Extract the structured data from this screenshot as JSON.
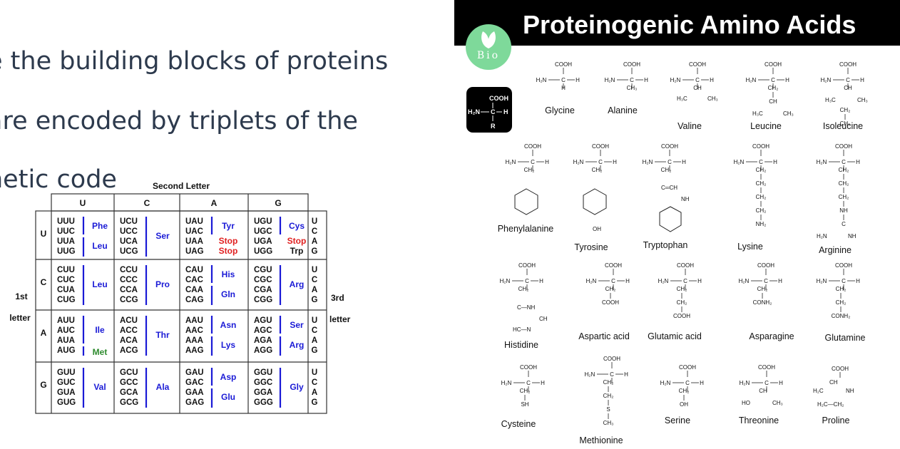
{
  "slide": {
    "line1": "e the building blocks of proteins",
    "line2": " are encoded by triplets of the",
    "line3": "netic code"
  },
  "codon_table": {
    "title": "Second Letter",
    "col_headers": [
      "U",
      "C",
      "A",
      "G"
    ],
    "row_headers": [
      "U",
      "C",
      "A",
      "G"
    ],
    "third_letter": [
      "U",
      "C",
      "A",
      "G"
    ],
    "first_label_1": "1st",
    "first_label_2": "letter",
    "third_label_1": "3rd",
    "third_label_2": "letter",
    "blocks": [
      [
        {
          "codons": [
            "UUU",
            "UUC",
            "UUA",
            "UUG"
          ],
          "aa": [
            {
              "name": "Phe",
              "pos": 0.5
            },
            {
              "name": "Leu",
              "pos": 2.5
            }
          ]
        },
        {
          "codons": [
            "UCU",
            "UCC",
            "UCA",
            "UCG"
          ],
          "aa": [
            {
              "name": "Ser",
              "pos": 1.5
            }
          ]
        },
        {
          "codons": [
            "UAU",
            "UAC",
            "UAA",
            "UAG"
          ],
          "aa": [
            {
              "name": "Tyr",
              "pos": 0.5
            },
            {
              "name": "Stop",
              "pos": 2,
              "color": "red"
            },
            {
              "name": "Stop",
              "pos": 3,
              "color": "red"
            }
          ]
        },
        {
          "codons": [
            "UGU",
            "UGC",
            "UGA",
            "UGG"
          ],
          "aa": [
            {
              "name": "Cys",
              "pos": 0.5
            },
            {
              "name": "Stop",
              "pos": 2,
              "color": "red"
            },
            {
              "name": "Trp",
              "pos": 3,
              "color": "black"
            }
          ]
        }
      ],
      [
        {
          "codons": [
            "CUU",
            "CUC",
            "CUA",
            "CUG"
          ],
          "aa": [
            {
              "name": "Leu",
              "pos": 1.5
            }
          ]
        },
        {
          "codons": [
            "CCU",
            "CCC",
            "CCA",
            "CCG"
          ],
          "aa": [
            {
              "name": "Pro",
              "pos": 1.5
            }
          ]
        },
        {
          "codons": [
            "CAU",
            "CAC",
            "CAA",
            "CAG"
          ],
          "aa": [
            {
              "name": "His",
              "pos": 0.5
            },
            {
              "name": "Gln",
              "pos": 2.5
            }
          ]
        },
        {
          "codons": [
            "CGU",
            "CGC",
            "CGA",
            "CGG"
          ],
          "aa": [
            {
              "name": "Arg",
              "pos": 1.5
            }
          ]
        }
      ],
      [
        {
          "codons": [
            "AUU",
            "AUC",
            "AUA",
            "AUG"
          ],
          "aa": [
            {
              "name": "Ile",
              "pos": 1
            },
            {
              "name": "Met",
              "pos": 3.2,
              "color": "green"
            }
          ]
        },
        {
          "codons": [
            "ACU",
            "ACC",
            "ACA",
            "ACG"
          ],
          "aa": [
            {
              "name": "Thr",
              "pos": 1.5
            }
          ]
        },
        {
          "codons": [
            "AAU",
            "AAC",
            "AAA",
            "AAG"
          ],
          "aa": [
            {
              "name": "Asn",
              "pos": 0.5
            },
            {
              "name": "Lys",
              "pos": 2.5
            }
          ]
        },
        {
          "codons": [
            "AGU",
            "AGC",
            "AGA",
            "AGG"
          ],
          "aa": [
            {
              "name": "Ser",
              "pos": 0.5
            },
            {
              "name": "Arg",
              "pos": 2.5
            }
          ]
        }
      ],
      [
        {
          "codons": [
            "GUU",
            "GUC",
            "GUA",
            "GUG"
          ],
          "aa": [
            {
              "name": "Val",
              "pos": 1.5
            }
          ]
        },
        {
          "codons": [
            "GCU",
            "GCC",
            "GCA",
            "GCG"
          ],
          "aa": [
            {
              "name": "Ala",
              "pos": 1.5
            }
          ]
        },
        {
          "codons": [
            "GAU",
            "GAC",
            "GAA",
            "GAG"
          ],
          "aa": [
            {
              "name": "Asp",
              "pos": 0.5
            },
            {
              "name": "Glu",
              "pos": 2.5
            }
          ]
        },
        {
          "codons": [
            "GGU",
            "GGC",
            "GGA",
            "GGG"
          ],
          "aa": [
            {
              "name": "Gly",
              "pos": 1.5
            }
          ]
        }
      ]
    ],
    "colors": {
      "aa": "#1a1ad6",
      "stop": "#e02020",
      "met": "#2e8b2e",
      "text": "#111111",
      "line": "#333333"
    }
  },
  "amino_panel": {
    "title": "Proteinogenic Amino Acids",
    "logo_text": "Bio",
    "legend_labels": [
      "COOH",
      "H₂N",
      "C",
      "H",
      "R"
    ],
    "row1": [
      "Glycine",
      "Alanine",
      "Valine",
      "Leucine",
      "Isoleucine"
    ],
    "row2": [
      "Phenylalanine",
      "Tyrosine",
      "Tryptophan",
      "Lysine",
      "Arginine"
    ],
    "row3": [
      "Histidine",
      "Aspartic acid",
      "Glutamic acid",
      "Asparagine",
      "Glutamine"
    ],
    "row4": [
      "Cysteine",
      "Methionine",
      "Serine",
      "Threonine",
      "Proline"
    ],
    "formula_labels": {
      "cooh": "COOH",
      "h2n": "H₂N",
      "c": "C",
      "h": "H",
      "ch3": "CH₃",
      "ch2": "CH₂",
      "ch": "CH",
      "h3c": "H₃C",
      "oh": "OH",
      "sh": "SH",
      "s": "S",
      "nh": "NH",
      "nh2": "NH₂",
      "conh2": "CONH₂",
      "ho": "HO",
      "h2c": "H₂C",
      "n": "N",
      "hc": "HC",
      "ch_eq": "C═CH"
    },
    "colors": {
      "header_bg": "#000000",
      "header_text": "#ffffff",
      "logo": "#7ed99a"
    }
  }
}
